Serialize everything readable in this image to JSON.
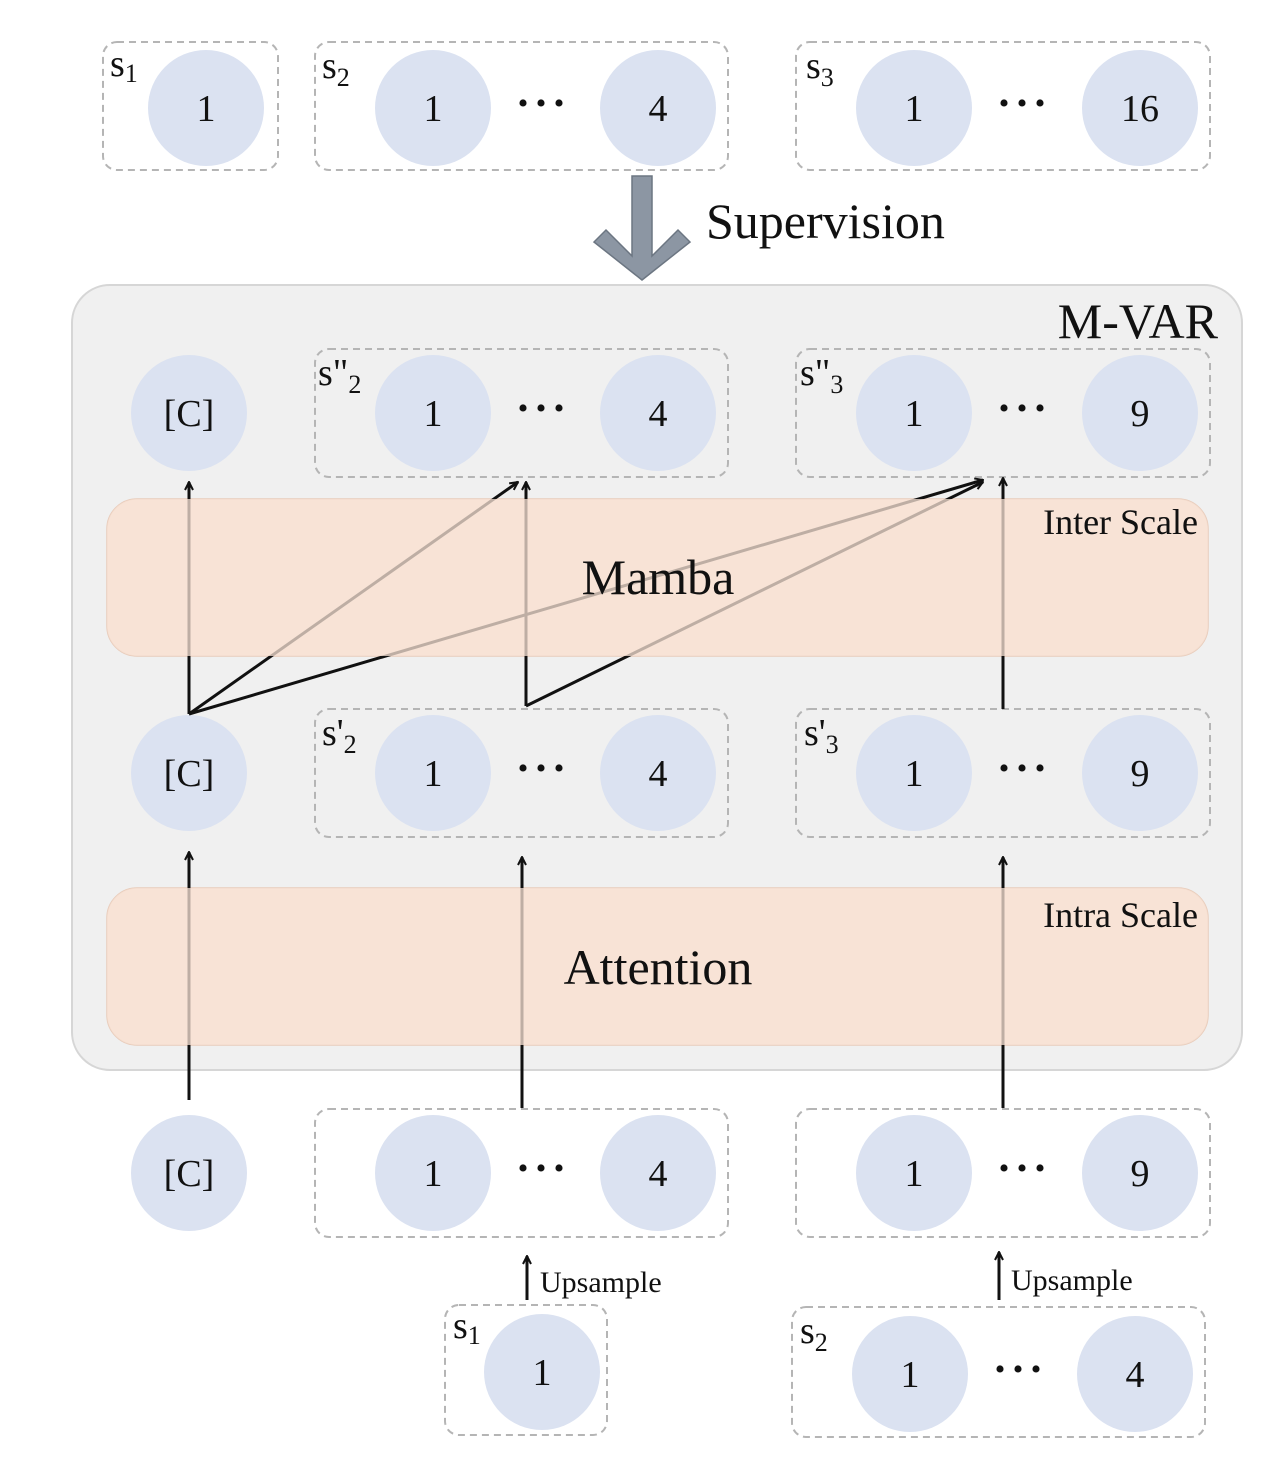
{
  "top_row": {
    "groups": [
      {
        "base": "s",
        "sub": "1",
        "nodes": [
          "1"
        ]
      },
      {
        "base": "s",
        "sub": "2",
        "nodes": [
          "1",
          "4"
        ],
        "ellipsis": "• • •"
      },
      {
        "base": "s",
        "sub": "3",
        "nodes": [
          "1",
          "16"
        ],
        "ellipsis": "• • •"
      }
    ]
  },
  "supervision_label": "Supervision",
  "mvar": {
    "title": "M-VAR",
    "class_token": "[C]",
    "output_groups": [
      {
        "base": "s",
        "prime": "\"",
        "sub": "2",
        "nodes": [
          "1",
          "4"
        ],
        "ellipsis": "• • •"
      },
      {
        "base": "s",
        "prime": "\"",
        "sub": "3",
        "nodes": [
          "1",
          "9"
        ],
        "ellipsis": "• • •"
      }
    ],
    "mamba": {
      "label": "Mamba",
      "tag": "Inter Scale"
    },
    "mid_groups": [
      {
        "base": "s",
        "prime": "'",
        "sub": "2",
        "nodes": [
          "1",
          "4"
        ],
        "ellipsis": "• • •"
      },
      {
        "base": "s",
        "prime": "'",
        "sub": "3",
        "nodes": [
          "1",
          "9"
        ],
        "ellipsis": "• • •"
      }
    ],
    "attention": {
      "label": "Attention",
      "tag": "Intra Scale"
    }
  },
  "input_row": {
    "class_token": "[C]",
    "groups": [
      {
        "nodes": [
          "1",
          "4"
        ],
        "ellipsis": "• • •"
      },
      {
        "nodes": [
          "1",
          "9"
        ],
        "ellipsis": "• • •"
      }
    ]
  },
  "upsample_label": "Upsample",
  "bottom_row": {
    "groups": [
      {
        "base": "s",
        "sub": "1",
        "nodes": [
          "1"
        ]
      },
      {
        "base": "s",
        "sub": "2",
        "nodes": [
          "1",
          "4"
        ],
        "ellipsis": "• • •"
      }
    ]
  },
  "colors": {
    "node_fill": "#dbe2f1",
    "block_fill": "#f8e3d6",
    "panel_fill": "#f0f0f0",
    "dash": "#b5b5b5",
    "arrow_gray": "#8c96a3"
  }
}
